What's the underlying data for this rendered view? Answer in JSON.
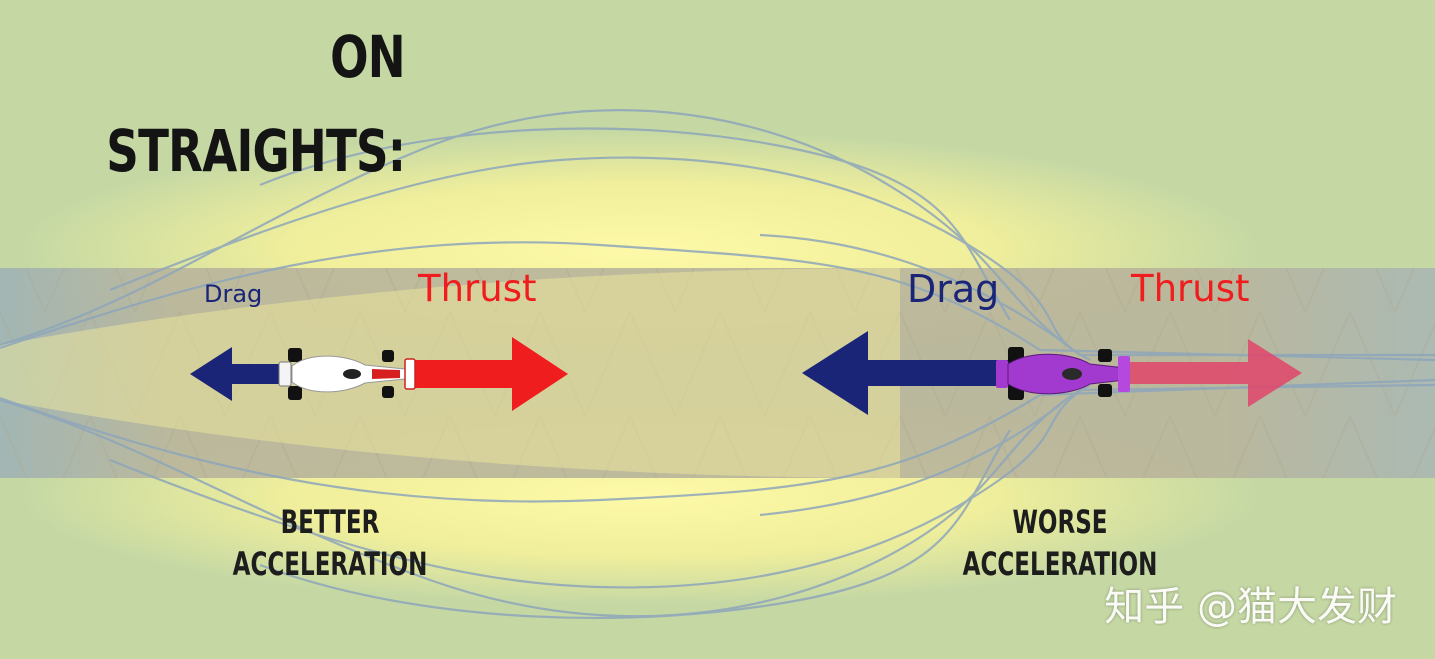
{
  "title": {
    "line1": "ON",
    "line2": "STRAIGHTS:"
  },
  "left": {
    "drag_label": "Drag",
    "thrust_label": "Thrust",
    "caption_line1": "BETTER",
    "caption_line2": "ACCELERATION"
  },
  "right": {
    "drag_label": "Drag",
    "thrust_label": "Thrust",
    "caption_line1": "WORSE",
    "caption_line2": "ACCELERATION"
  },
  "watermark": "知乎 @猫大发财",
  "colors": {
    "background": "#c5d8a4",
    "band": "#b7b49a",
    "glow": "#fbf7a0",
    "drag": "#1b2577",
    "thrust": "#ef1d1d",
    "thrust_faded": "#e0446a",
    "streamline": "#8ea6bb",
    "text": "#141414",
    "car_white": "#ffffff",
    "car_purple": "#a33ad0"
  }
}
